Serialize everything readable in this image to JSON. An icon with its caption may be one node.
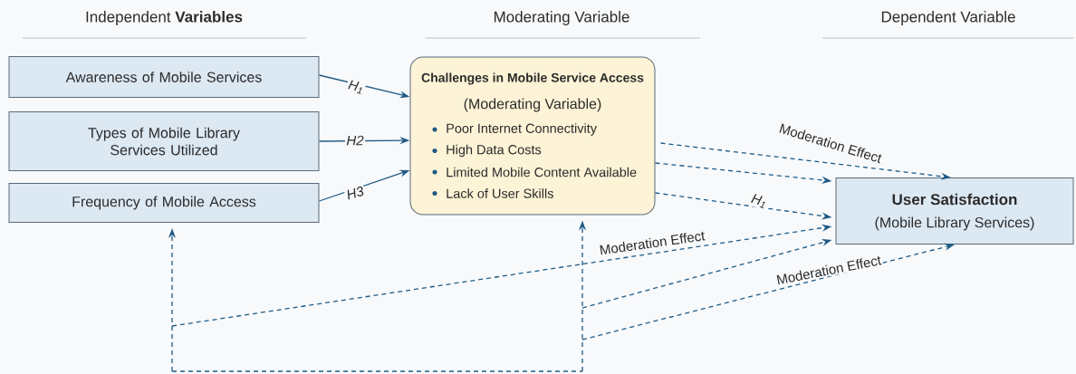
{
  "diagram": {
    "nodes": [
      {
        "text": [
          "Awareness of Mobile Services"
        ]
      },
      {
        "text": [
          "Types of Mobile Library Services Utilized"
        ]
      },
      {
        "text": [
          "Frequency of Mobile Access"
        ]
      },
      {
        "text": [
          "Challenges in Mobile Service Access",
          "(Moderating Variable)",
          "Poor Internet Connectivity",
          "High Data Costs",
          "Limited Mobile Content Available",
          "Lack of User Skills"
        ]
      },
      {
        "text": [
          "User Satisfaction",
          "(Mobile Library Services)"
        ]
      }
    ],
    "edges": [
      {
        "from": 0,
        "to": 3,
        "arrow": "to",
        "label": "H$_{1}$"
      },
      {
        "from": 1,
        "to": 3,
        "arrow": "to",
        "label": "H2"
      },
      {
        "from": 2,
        "to": 3,
        "arrow": "to",
        "label": "H3"
      },
      {
        "from": 3,
        "to": 4,
        "arrow": "to",
        "label": "Moderation Effect",
        "style": "dashed"
      },
      {
        "from": 3,
        "to": 4,
        "arrow": "to",
        "style": "dashed"
      },
      {
        "from": 3,
        "to": 4,
        "arrow": "to",
        "label": "H$_{1}$",
        "style": "dashed"
      },
      {
        "from": null,
        "to": 2,
        "arrow": "to",
        "style": "dashed"
      },
      {
        "from": null,
        "to": 3,
        "arrow": "to",
        "style": "dashed"
      },
      {
        "from": null,
        "to": 4,
        "arrow": "to",
        "label": "Moderation Effect",
        "style": "dashed"
      },
      {
        "from": null,
        "to": 4,
        "arrow": "to",
        "style": "dashed"
      },
      {
        "from": null,
        "to": 4,
        "arrow": "to",
        "label": "Moderation Effect",
        "style": "dashed"
      }
    ],
    "labels": [
      "Independent **Variables**",
      "Moderating Variable",
      "Dependent Variable"
    ]
  }
}
